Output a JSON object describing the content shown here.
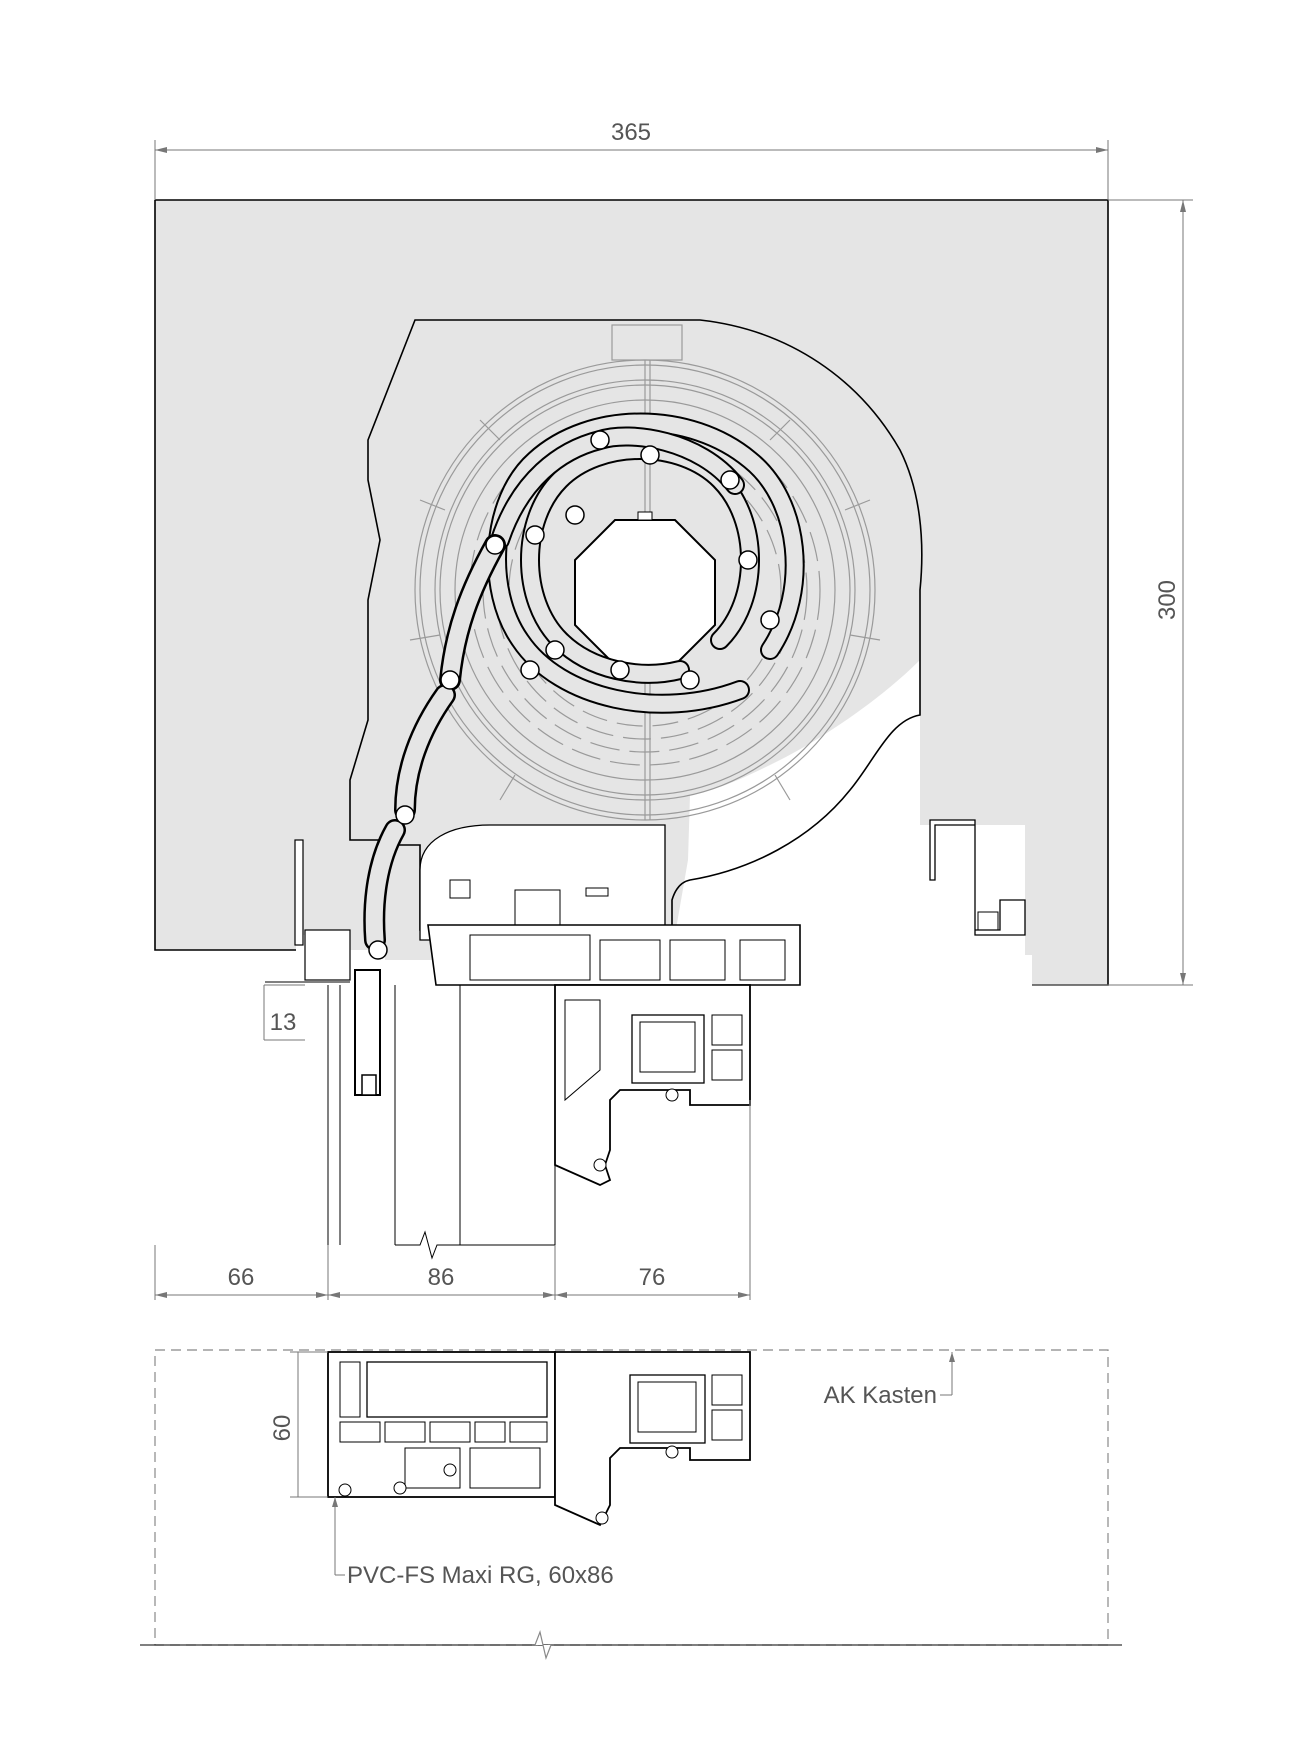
{
  "dimensions": {
    "width_top": "365",
    "height_right": "300",
    "offset_13": "13",
    "bottom_66": "66",
    "bottom_86": "86",
    "bottom_76": "76",
    "height_60": "60"
  },
  "labels": {
    "box_type": "AK Kasten",
    "window_profile": "PVC-FS Maxi RG, 60x86"
  },
  "colors": {
    "box_fill": "#e5e5e5",
    "line": "#000000",
    "dimension": "#777777"
  }
}
